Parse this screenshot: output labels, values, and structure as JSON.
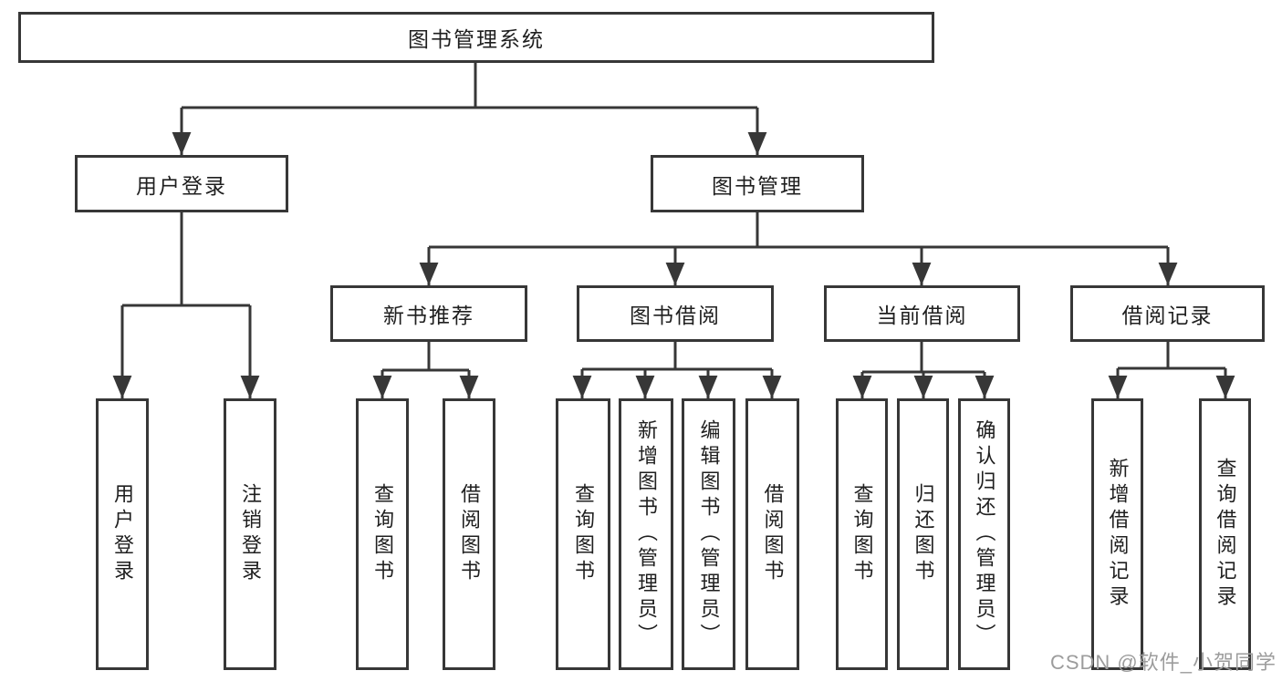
{
  "diagram_title": "图书管理系统",
  "tree": {
    "label": "图书管理系统",
    "children": [
      {
        "label": "用户登录",
        "children": [
          {
            "label": "用户登录"
          },
          {
            "label": "注销登录"
          }
        ]
      },
      {
        "label": "图书管理",
        "children": [
          {
            "label": "新书推荐",
            "children": [
              {
                "label": "查询图书"
              },
              {
                "label": "借阅图书"
              }
            ]
          },
          {
            "label": "图书借阅",
            "children": [
              {
                "label": "查询图书"
              },
              {
                "label": "新增图书（管理员）"
              },
              {
                "label": "编辑图书（管理员）"
              },
              {
                "label": "借阅图书"
              }
            ]
          },
          {
            "label": "当前借阅",
            "children": [
              {
                "label": "查询图书"
              },
              {
                "label": "归还图书"
              },
              {
                "label": "确认归还（管理员）"
              }
            ]
          },
          {
            "label": "借阅记录",
            "children": [
              {
                "label": "新增借阅记录"
              },
              {
                "label": "查询借阅记录"
              }
            ]
          }
        ]
      }
    ]
  },
  "watermark": {
    "text": "CSDN @软件_小贺同学"
  },
  "colors": {
    "line": "#373737",
    "box_border": "#373737",
    "text": "#1f1f1f",
    "watermark": "#9c9c9c",
    "background": "#ffffff"
  }
}
